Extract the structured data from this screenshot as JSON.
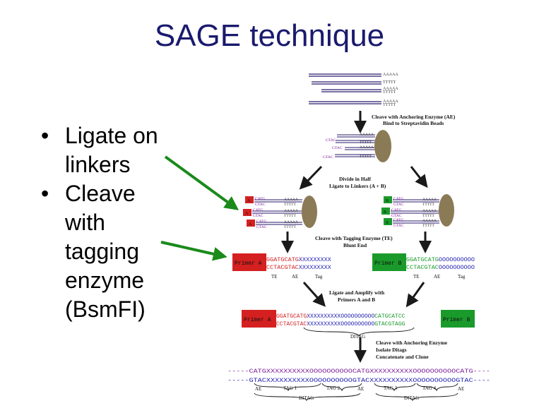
{
  "slide": {
    "title": "SAGE technique",
    "bullets": [
      {
        "lines": [
          "Ligate on",
          "linkers"
        ]
      },
      {
        "lines": [
          "Cleave",
          "with",
          "tagging",
          "enzyme",
          "(BsmFI)"
        ]
      }
    ],
    "bullet_glyph": "•"
  },
  "diagram": {
    "colors": {
      "strand": "#2a1a6e",
      "arrow": "#1a1a1a",
      "bead": "#8a7a55",
      "green_arrow": "#1a8a1a",
      "red": "#d42020",
      "green": "#1a9a2a",
      "purple": "#7a1a9a",
      "blue": "#1a1ab0"
    },
    "polyA": "AAAAA",
    "polyT": "TTTTT",
    "gtac": "GTAC",
    "catg": "CATG",
    "step1": {
      "l1": "Cleave with Anchoring Enzyme (AE)",
      "l2": "Bind to Streptavidin Beads"
    },
    "step2": {
      "l1": "Divide in Half",
      "l2": "Ligate to Linkers (A + B)"
    },
    "step3": {
      "l1": "Cleave with Tagging Enzyme (TE)",
      "l2": "Blunt End"
    },
    "step4": {
      "l1": "Ligate and Amplify with",
      "l2": "Primers A and B"
    },
    "step5": {
      "l1": "Cleave with Anchoring Enzyme",
      "l2": "Isolate Ditags",
      "l3": "Concatenate and Clone"
    },
    "linker_a": "A",
    "linker_b": "B",
    "primer_a": "Primer A",
    "primer_b": "Primer B",
    "seq_a_top": {
      "red": "GGATGCATG",
      "x": "XXXXXXXXX"
    },
    "seq_a_bot": {
      "red": "CCTACGTAC",
      "x": "XXXXXXXXX"
    },
    "seq_b_top": {
      "green": "GGATGCATG",
      "o": "OOOOOOOOOO"
    },
    "seq_b_bot": {
      "green": "CCTACGTAC",
      "o": "OOOOOOOOOO"
    },
    "te": "TE",
    "ae": "AE",
    "tag": "Tag",
    "ditag_top": {
      "red": "GGATGCATG",
      "x": "XXXXXXXXXX",
      "o": "OOOOOOOOOO",
      "green": "CATGCATCC"
    },
    "ditag_bot": {
      "red": "CCTACGTAC",
      "x": "XXXXXXXXXX",
      "o": "OOOOOOOOOO",
      "green": "GTACGTAGG"
    },
    "ditag": "DITAG",
    "concat_top": "-----CATGXXXXXXXXXXOOOOOOOOOOCATGXXXXXXXXXXOOOOOOOOOOCATG----",
    "concat_bot": "-----GTACXXXXXXXXXXOOOOOOOOOOGTACXXXXXXXXXXOOOOOOOOOOGTAC----",
    "tags": [
      "TAG 1",
      "TAG 2",
      "TAG 3",
      "TAG 4"
    ]
  }
}
